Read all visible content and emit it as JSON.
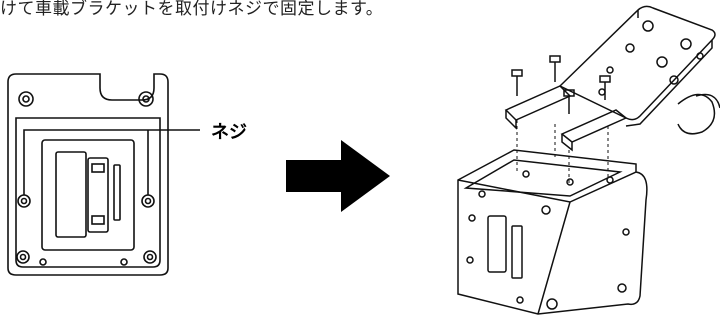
{
  "caption": "けて車載ブラケットを取付けネジで固定します。",
  "labels": {
    "screw": "ネジ"
  },
  "figures": {
    "left": "printer-underside",
    "middle": "arrow-right",
    "right": "bracket-assembly"
  }
}
